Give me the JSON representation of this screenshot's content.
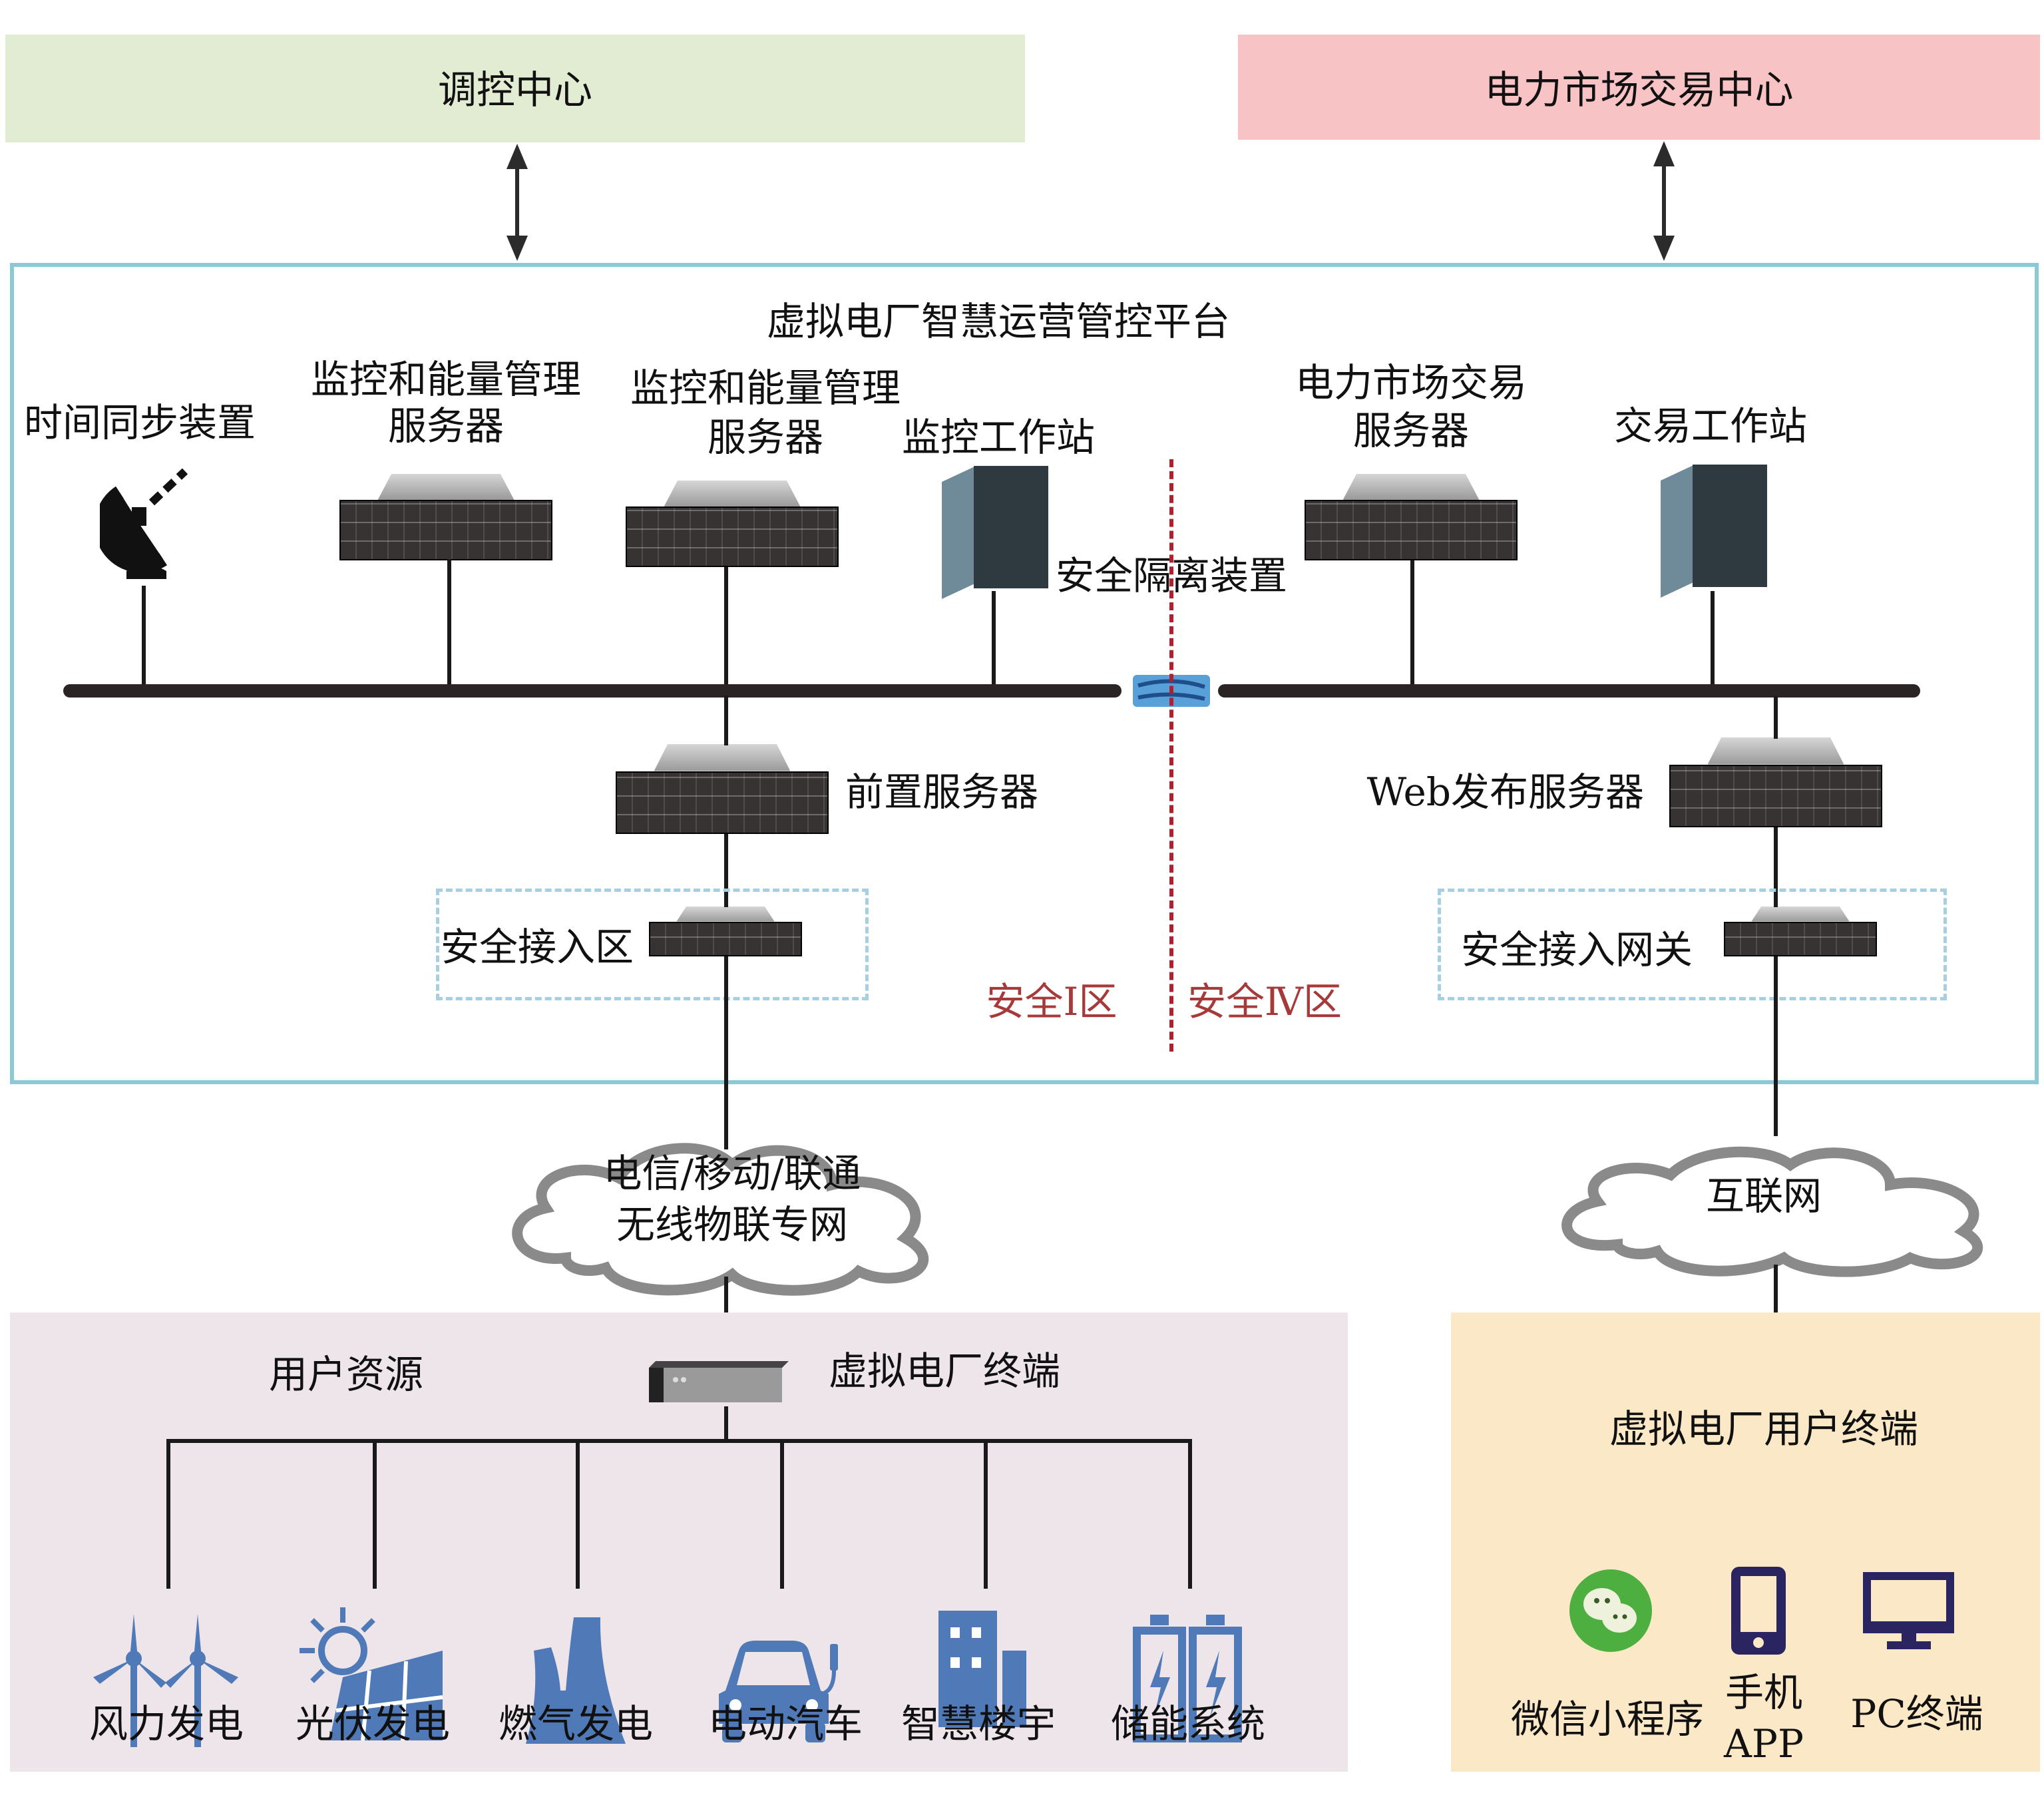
{
  "top": {
    "dispatch_center": "调控中心",
    "market_center": "电力市场交易中心"
  },
  "platform": {
    "title": "虚拟电厂智慧运营管控平台",
    "devices": {
      "time_sync": "时间同步装置",
      "mon_server_1": [
        "监控和能量管理",
        "服务器"
      ],
      "mon_server_2": [
        "监控和能量管理",
        "服务器"
      ],
      "mon_workstation": "监控工作站",
      "isolator": "安全隔离装置",
      "market_server": [
        "电力市场交易",
        "服务器"
      ],
      "trade_workstation": "交易工作站",
      "front_server": "前置服务器",
      "web_server": "Web发布服务器",
      "secure_access_zone": "安全接入区",
      "secure_gateway": "安全接入网关"
    },
    "zones": {
      "zone_1": "安全Ⅰ区",
      "zone_4": "安全Ⅳ区"
    },
    "zone_colors": {
      "divider": "#b0202e",
      "label": "#a63a3a"
    }
  },
  "networks": {
    "private": [
      "电信/移动/联通",
      "无线物联专网"
    ],
    "internet": "互联网"
  },
  "user_resources": {
    "title": "用户资源",
    "terminal": "虚拟电厂终端",
    "items": [
      {
        "label": "风力发电",
        "icon": "wind-turbine-icon"
      },
      {
        "label": "光伏发电",
        "icon": "solar-panel-icon"
      },
      {
        "label": "燃气发电",
        "icon": "gas-plant-icon"
      },
      {
        "label": "电动汽车",
        "icon": "electric-car-icon"
      },
      {
        "label": "智慧楼宇",
        "icon": "smart-building-icon"
      },
      {
        "label": "储能系统",
        "icon": "battery-storage-icon"
      }
    ]
  },
  "user_terminals": {
    "title": "虚拟电厂用户终端",
    "items": [
      {
        "label": "微信小程序",
        "icon": "wechat-icon"
      },
      {
        "label": [
          "手机",
          "APP"
        ],
        "icon": "mobile-phone-icon"
      },
      {
        "label": "PC终端",
        "icon": "monitor-icon"
      }
    ]
  },
  "colors": {
    "dispatch_bg": "#e2ecd3",
    "market_bg": "#f8c3c4",
    "platform_border": "#8bc9d6",
    "resources_bg": "#ede5ea",
    "terminals_bg": "#fbe8c6",
    "icon_blue": "#4f79b7",
    "wechat_green": "#4caf3f",
    "device_navy": "#2a2560"
  }
}
